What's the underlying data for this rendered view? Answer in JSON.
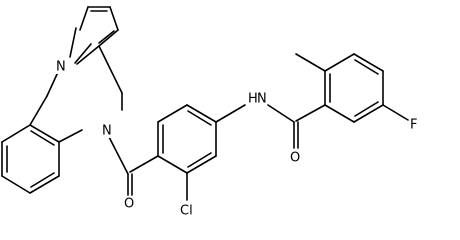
{
  "labels": {
    "n_pyrrole": "N",
    "n_diazepine": "N",
    "o_carbonyl": "O",
    "cl": "Cl",
    "n_amide": "N",
    "h_amide": "H",
    "o_amide": "O",
    "f": "F"
  },
  "colors": {
    "bond": "#000000",
    "label": "#000000",
    "background": "#ffffff"
  }
}
